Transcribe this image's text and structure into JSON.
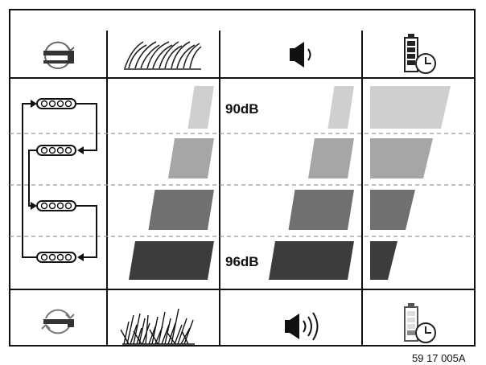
{
  "header_icons": [
    "blade-height-high-icon",
    "long-grass-icon",
    "speaker-low-icon",
    "battery-full-clock-icon"
  ],
  "footer_icons": [
    "blade-height-cycle-icon",
    "short-grass-icon",
    "speaker-high-icon",
    "battery-low-clock-icon"
  ],
  "levels": [
    {
      "shade": "#cfcfcf",
      "grass_fraction": 0.25,
      "noise_fraction": 0.25,
      "runtime_fraction": 1.0
    },
    {
      "shade": "#a6a6a6",
      "grass_fraction": 0.5,
      "noise_fraction": 0.5,
      "runtime_fraction": 0.75
    },
    {
      "shade": "#707070",
      "grass_fraction": 0.75,
      "noise_fraction": 0.75,
      "runtime_fraction": 0.5
    },
    {
      "shade": "#3c3c3c",
      "grass_fraction": 1.0,
      "noise_fraction": 1.0,
      "runtime_fraction": 0.25
    }
  ],
  "labels": {
    "low_noise": "90dB",
    "high_noise": "96dB",
    "figure_code": "59 17 005A"
  },
  "colors": {
    "line": "#111111",
    "dashed": "#9a9a9a"
  }
}
